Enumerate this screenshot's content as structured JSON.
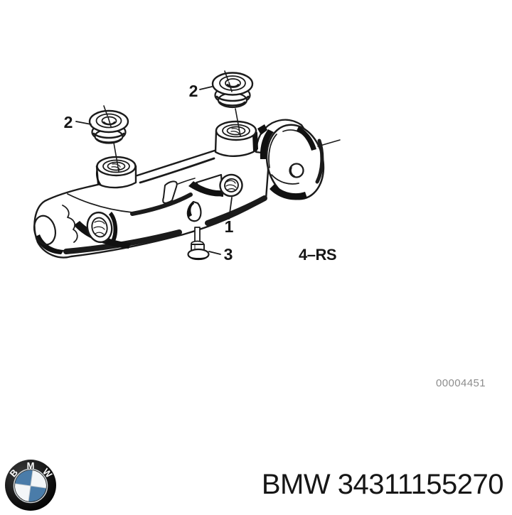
{
  "diagram": {
    "callouts": {
      "c1": "1",
      "c2_top": "2",
      "c2_left": "2",
      "c3": "3",
      "c4": "4–RS"
    },
    "watermark": "00004451",
    "line_color": "#1b1b1b"
  },
  "footer": {
    "brand": "BMW",
    "part_number": "34311155270",
    "logo": {
      "blue": "#4a7ca9",
      "quadrant_white": "#f3f6f8",
      "ring_color": "#0b0b0b"
    }
  }
}
